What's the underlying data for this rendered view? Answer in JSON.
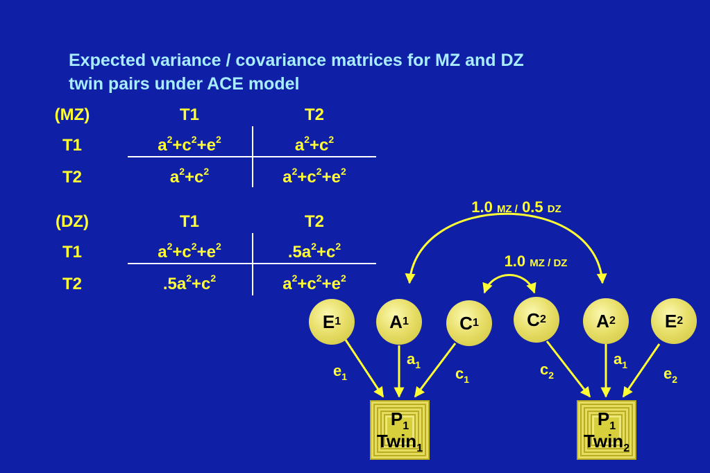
{
  "title": {
    "line1": "Expected variance / covariance matrices for MZ and DZ",
    "line2": "twin pairs under ACE model"
  },
  "mz": {
    "label": "(MZ)",
    "col_t1": "T1",
    "col_t2": "T2",
    "row_t1": "T1",
    "row_t2": "T2"
  },
  "dz": {
    "label": "(DZ)",
    "col_t1": "T1",
    "col_t2": "T2",
    "row_t1": "T1",
    "row_t2": "T2"
  },
  "cells": {
    "mz_11": [
      "a",
      "2",
      "+c",
      "2",
      "+e",
      "2"
    ],
    "mz_12": [
      "a",
      "2",
      "+c",
      "2"
    ],
    "mz_21": [
      "a",
      "2",
      "+c",
      "2"
    ],
    "mz_22": [
      "a",
      "2",
      "+c",
      "2",
      "+e",
      "2"
    ],
    "dz_11": [
      "a",
      "2",
      "+c",
      "2",
      "+e",
      "2"
    ],
    "dz_12": [
      ".5a",
      "2",
      "+c",
      "2"
    ],
    "dz_21": [
      ".5a",
      "2",
      "+c",
      "2"
    ],
    "dz_22": [
      "a",
      "2",
      "+c",
      "2",
      "+e",
      "2"
    ]
  },
  "diagram": {
    "nodes": [
      {
        "letter": "E",
        "sub": "1"
      },
      {
        "letter": "A",
        "sub": "1"
      },
      {
        "letter": "C",
        "sub": "1"
      },
      {
        "letter": "C",
        "sub": "2"
      },
      {
        "letter": "A",
        "sub": "2"
      },
      {
        "letter": "E",
        "sub": "2"
      }
    ],
    "paths": [
      {
        "letter": "e",
        "sub": "1"
      },
      {
        "letter": "a",
        "sub": "1"
      },
      {
        "letter": "c",
        "sub": "1"
      },
      {
        "letter": "c",
        "sub": "2"
      },
      {
        "letter": "a",
        "sub": "1"
      },
      {
        "letter": "e",
        "sub": "2"
      }
    ],
    "boxes": [
      {
        "p": "P",
        "p_sub": "1",
        "twin": "Twin",
        "twin_sub": "1"
      },
      {
        "p": "P",
        "p_sub": "1",
        "twin": "Twin",
        "twin_sub": "2"
      }
    ],
    "a_corr": {
      "value": "1.0",
      "mz": "MZ /",
      "value2": "0.5",
      "dz": "DZ"
    },
    "c_corr": {
      "value": "1.0",
      "label": "MZ / DZ"
    },
    "line_color": "#ffff33"
  }
}
